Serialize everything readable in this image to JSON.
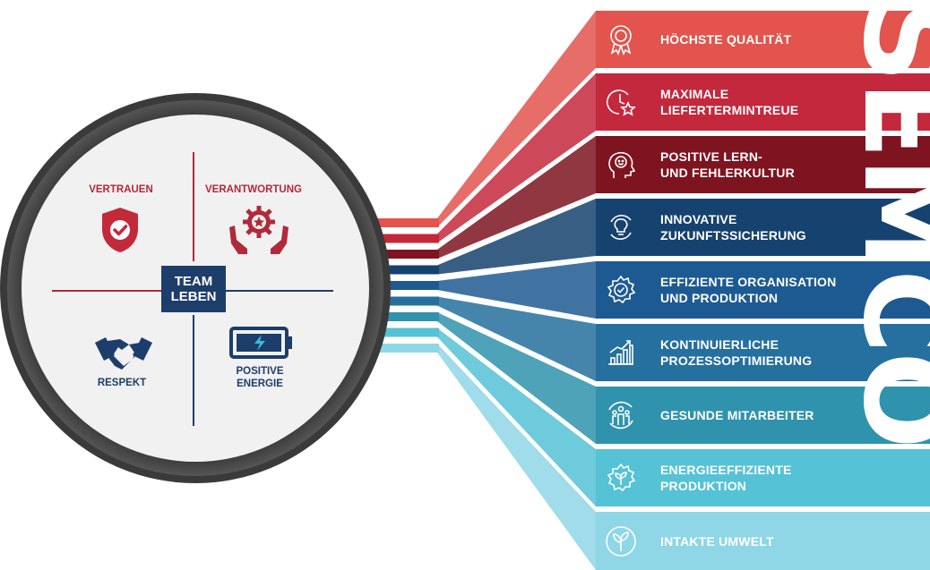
{
  "center": {
    "label": "TEAM\nLEBEN"
  },
  "quadrants": [
    {
      "label": "VERTRAUEN",
      "icon": "shield-check-icon",
      "color": "#b4283b"
    },
    {
      "label": "VERANTWORTUNG",
      "icon": "hands-gear-star-icon",
      "color": "#b4283b"
    },
    {
      "label": "RESPEKT",
      "icon": "handshake-icon",
      "color": "#1d3d6b"
    },
    {
      "label": "POSITIVE\nENERGIE",
      "icon": "battery-charge-icon",
      "color": "#1d3d6b"
    }
  ],
  "values": [
    {
      "label": "HÖCHSTE QUALITÄT",
      "icon": "award-rosette-icon",
      "color": "#e2544d"
    },
    {
      "label": "MAXIMALE\nLIEFERTERMINTREUE",
      "icon": "clock-star-icon",
      "color": "#c4283c"
    },
    {
      "label": "POSITIVE LERN-\nUND FEHLERKULTUR",
      "icon": "head-smile-icon",
      "color": "#7e1420"
    },
    {
      "label": "INNOVATIVE\nZUKUNFTSSICHERUNG",
      "icon": "lightbulb-cycle-icon",
      "color": "#16426f"
    },
    {
      "label": "EFFIZIENTE ORGANISATION\nUND PRODUKTION",
      "icon": "gear-check-icon",
      "color": "#1e5a92"
    },
    {
      "label": "KONTINUIERLICHE\nPROZESSOPTIMIERUNG",
      "icon": "growth-chart-icon",
      "color": "#25709e"
    },
    {
      "label": "GESUNDE MITARBEITER",
      "icon": "people-cycle-icon",
      "color": "#2f93ad"
    },
    {
      "label": "ENERGIEEFFIZIENTE\nPRODUKTION",
      "icon": "gear-leaf-icon",
      "color": "#55c2d6"
    },
    {
      "label": "INTAKTE UMWELT",
      "icon": "sprout-icon",
      "color": "#8fd6e6"
    }
  ],
  "brand": {
    "text": "SEMCO"
  }
}
